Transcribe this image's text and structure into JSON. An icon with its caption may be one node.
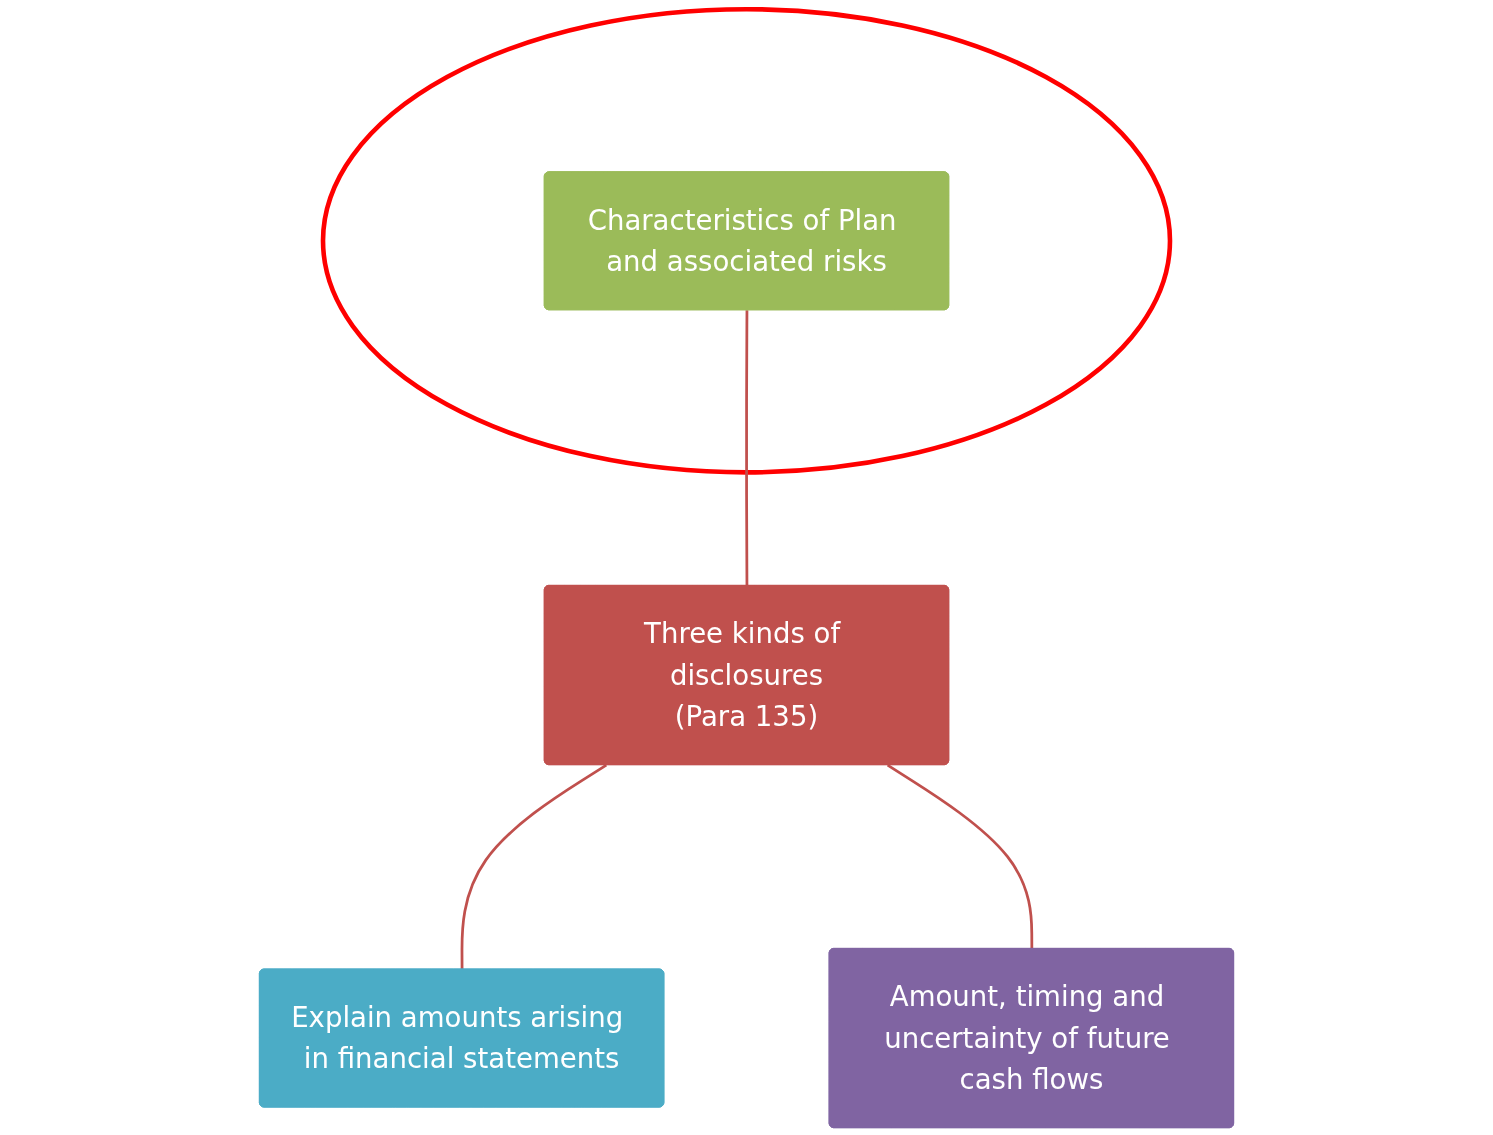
{
  "diagram": {
    "nodes": [
      {
        "text": [],
        "shape": "ellipse"
      },
      {
        "text": [
          "Characteristics of Plan and associated risks"
        ],
        "in": 0
      },
      {
        "text": [
          "Three kinds of disclosures",
          "(Para 135)"
        ]
      },
      {
        "text": [
          "Explain amounts arising in financial statements"
        ]
      },
      {
        "text": [
          "Amount, timing and uncertainty of future cash flows"
        ]
      }
    ],
    "edges": [
      {
        "from": 1,
        "to": 2,
        "arrow": "none"
      },
      {
        "from": 2,
        "to": 3,
        "arrow": "none"
      },
      {
        "from": 2,
        "to": 4,
        "arrow": "none"
      }
    ]
  }
}
